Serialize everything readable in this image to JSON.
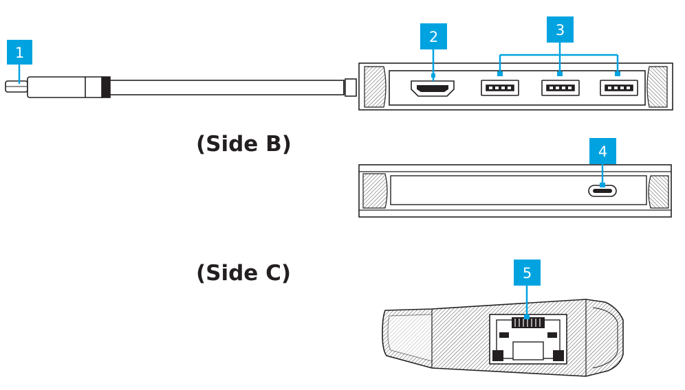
{
  "side_titles": {
    "side_b": "(Side B)",
    "side_c": "(Side C)"
  },
  "callouts": [
    {
      "number": "1",
      "part": "usb-c-plug"
    },
    {
      "number": "2",
      "part": "hdmi-port"
    },
    {
      "number": "3",
      "part": "usb-a-ports"
    },
    {
      "number": "4",
      "part": "usb-c-port"
    },
    {
      "number": "5",
      "part": "ethernet-port"
    }
  ],
  "colors": {
    "callout_fill": "#00a3e0",
    "callout_line": "#00a3e0",
    "outline": "#231f20",
    "hatch": "#4a4a4a"
  }
}
